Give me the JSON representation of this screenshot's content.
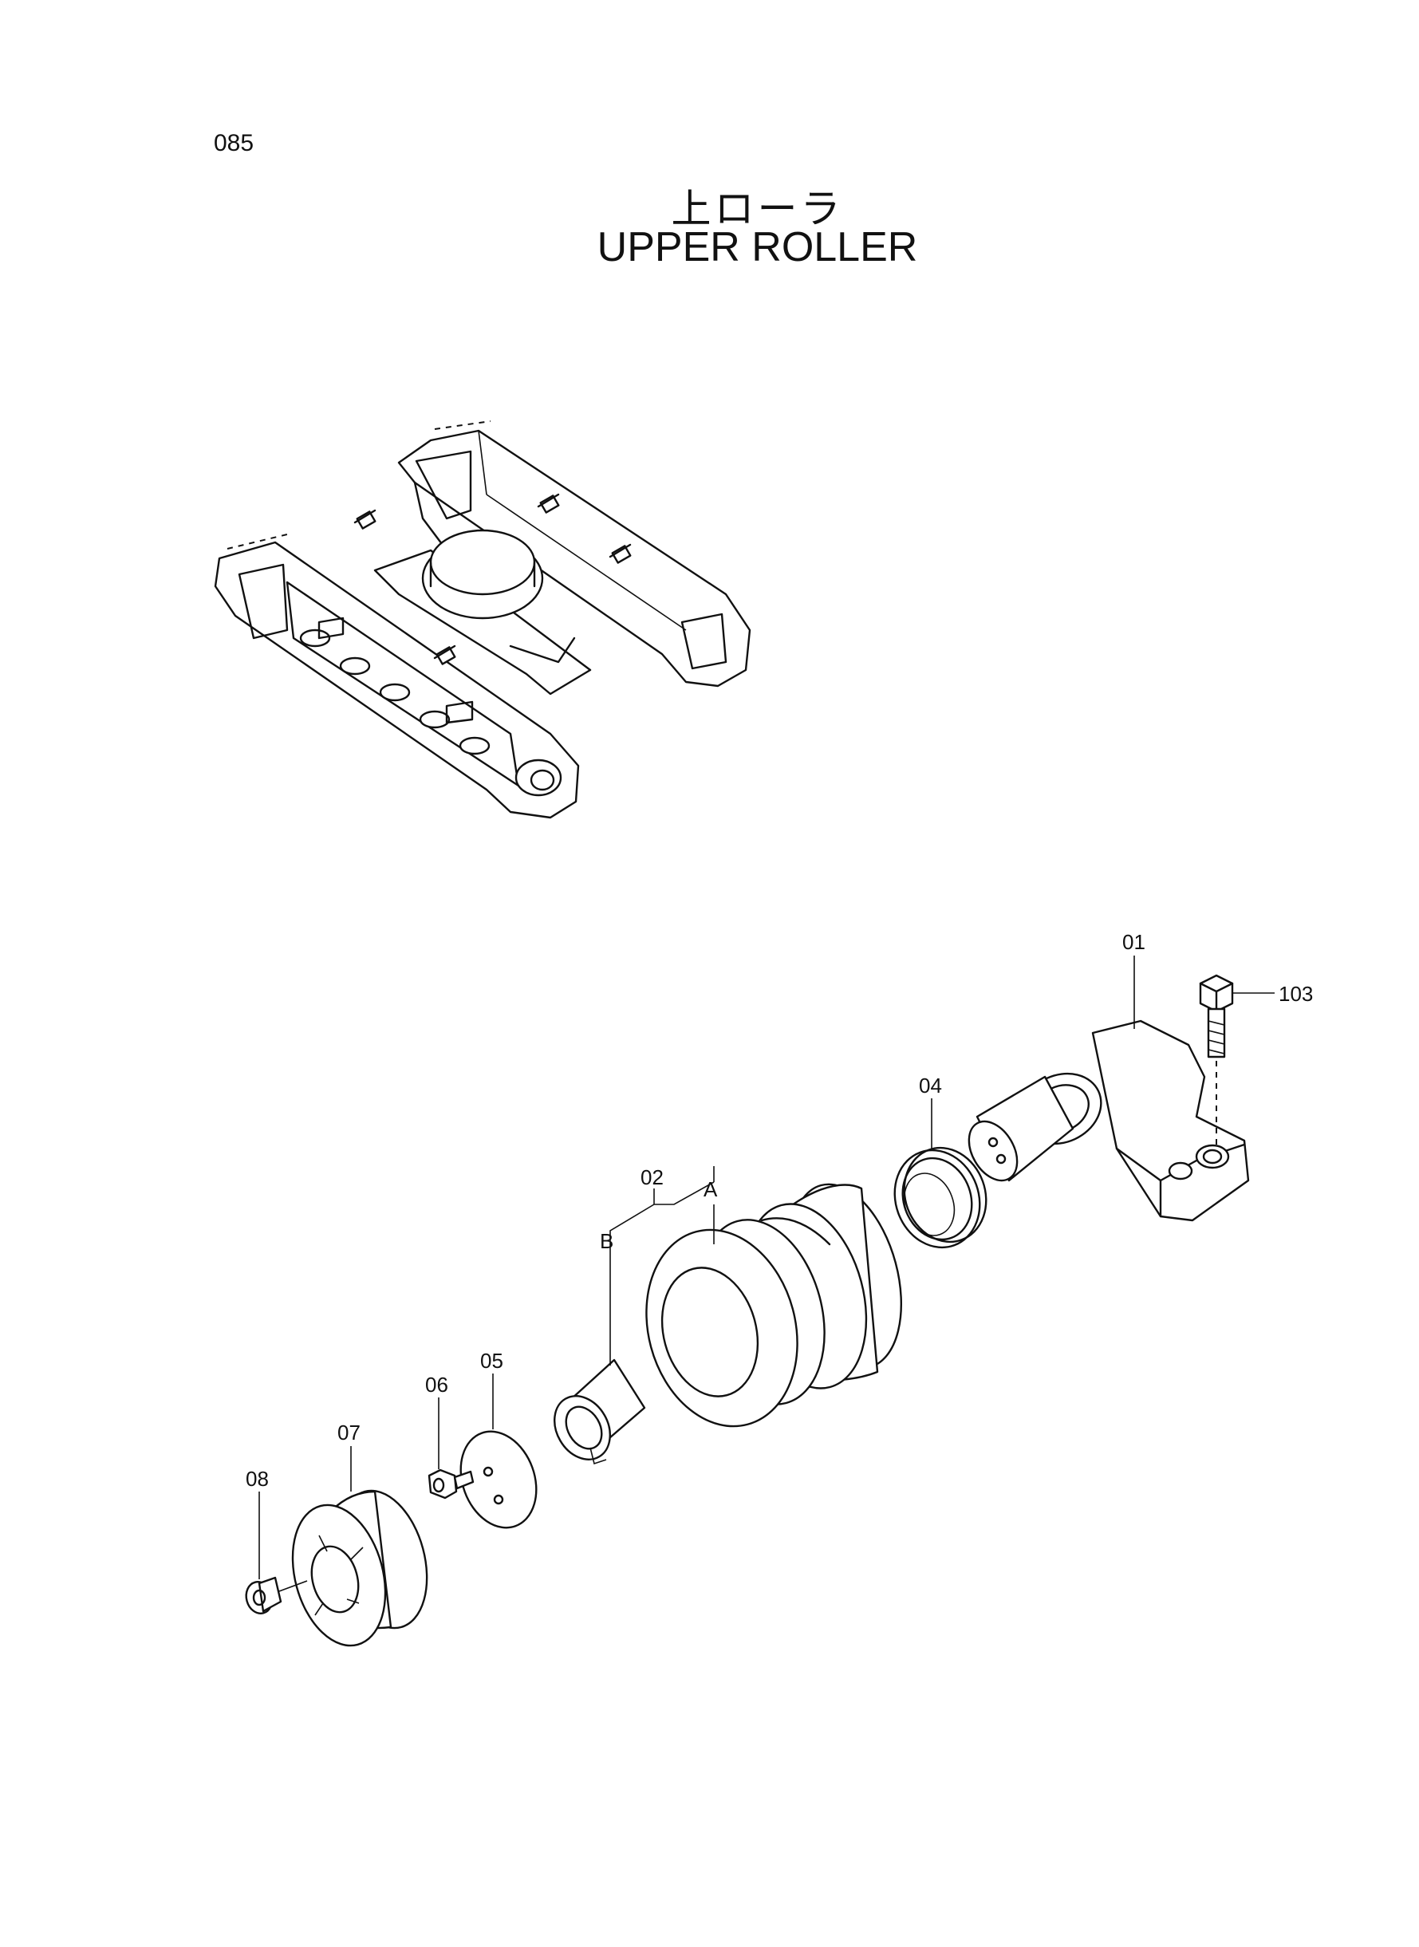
{
  "page_number": "085",
  "title": {
    "japanese": "上ローラ",
    "english": "UPPER ROLLER"
  },
  "callouts": {
    "p01": "01",
    "p103": "103",
    "p04": "04",
    "p02": "02",
    "pA": "A",
    "pB": "B",
    "p05": "05",
    "p06": "06",
    "p07": "07",
    "p08": "08"
  }
}
